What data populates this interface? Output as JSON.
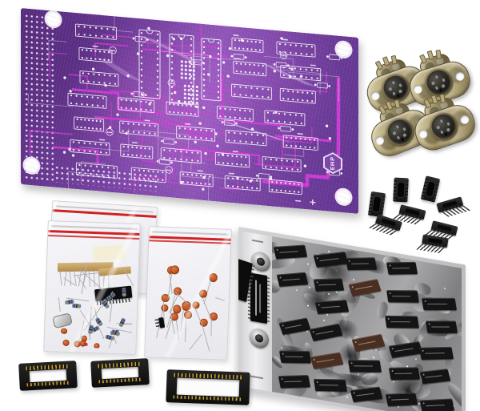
{
  "photo": {
    "background": "#ffffff",
    "subject": "electronics kit components flat-lay"
  },
  "pcb": {
    "logo_text": "EHP",
    "silkscreen_minus": "−",
    "silkscreen_plus": "+",
    "mounting_hole_count": 4,
    "colors": {
      "substrate_dark": "#5a2f82",
      "substrate": "#7a44a6",
      "substrate_light": "#8a52b4",
      "trace": "#d53cda",
      "silkscreen": "#efe8f6",
      "pad": "#f4edfa"
    }
  },
  "din_connectors": {
    "count": 4,
    "flange_color": "#b9ac7e",
    "insert_color": "#1b1a17"
  },
  "dip_sockets_small": {
    "count": 8,
    "flat_count": 3,
    "tilted_count": 5,
    "color": "#1b1b1b"
  },
  "bags": {
    "resistor_bag": {
      "seal_color": "#cf2222",
      "resistor_count": 13,
      "resistor_color": "#4f82b8",
      "tape_color": "#c9a567",
      "capacitor_count": 6,
      "led_count": 3,
      "has_crystal": true,
      "has_ic": true
    },
    "capacitor_bag": {
      "seal_color": "#cf2222",
      "capacitor_count": 14,
      "capacitor_color": "#c2581e"
    }
  },
  "foil_sheet": {
    "ic_rows": 6,
    "ic_cols": 5,
    "ic_color": "#141414",
    "ic_brown_color": "#4a2e1f",
    "foil_color": "#a2a2a4",
    "large_ic_count": 2,
    "round_component_count": 2
  },
  "dip_sockets_large": {
    "count": 3,
    "contact_color": "#d0a62c",
    "body_color": "#151515"
  }
}
